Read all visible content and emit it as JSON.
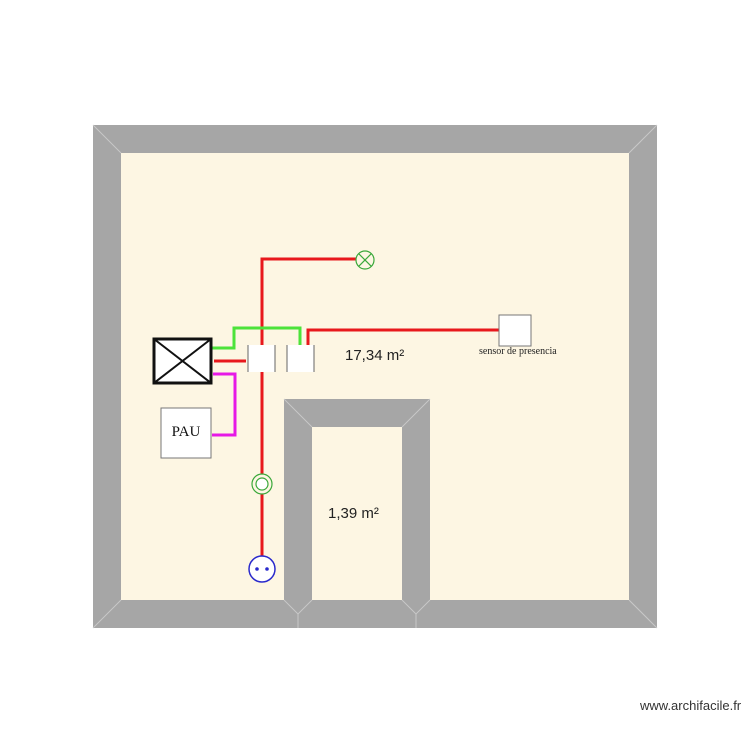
{
  "plan": {
    "colors": {
      "wall": "#a6a6a6",
      "wall_joint": "#c8c8c8",
      "floor": "#fdf6e3",
      "circuit_red": "#e8181c",
      "circuit_green": "#4ce33a",
      "circuit_magenta": "#e619e6",
      "light_symbol": "#3aa83a",
      "outlet_symbol": "#2a2acc",
      "device_border": "#777777"
    },
    "rooms": [
      {
        "name": "main-room",
        "area_label": "17,34 m²"
      },
      {
        "name": "small-room",
        "area_label": "1,39 m²"
      }
    ],
    "devices": {
      "panel_symbol": "electrical-panel",
      "pau_label": "PAU",
      "sensor_label": "sensor de presencia",
      "light_symbol": "ceiling-light",
      "wall_light_symbol": "wall-light",
      "outlet_symbol": "power-outlet"
    }
  },
  "footer": {
    "watermark": "www.archifacile.fr"
  }
}
